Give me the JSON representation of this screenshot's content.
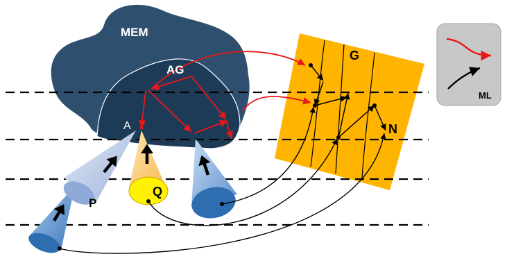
{
  "labels": {
    "mem": "MEM",
    "ag": "AG",
    "a": "A",
    "p": "P",
    "q": "Q",
    "g": "G",
    "n": "N"
  },
  "legend": {
    "ml": "ML"
  },
  "colors": {
    "mem_fill": "#2f4f6f",
    "ag_fill": "#1c3a55",
    "grid_fill": "#ffb400",
    "cone_light": "#c9d7ee",
    "cone_mid": "#8fa9d8",
    "cone_dark": "#2e6db0",
    "cone_q": "#ffd27a",
    "ellipse_q": "#fff100",
    "red": "#e81818",
    "legend_bg": "#c8c8c8"
  }
}
